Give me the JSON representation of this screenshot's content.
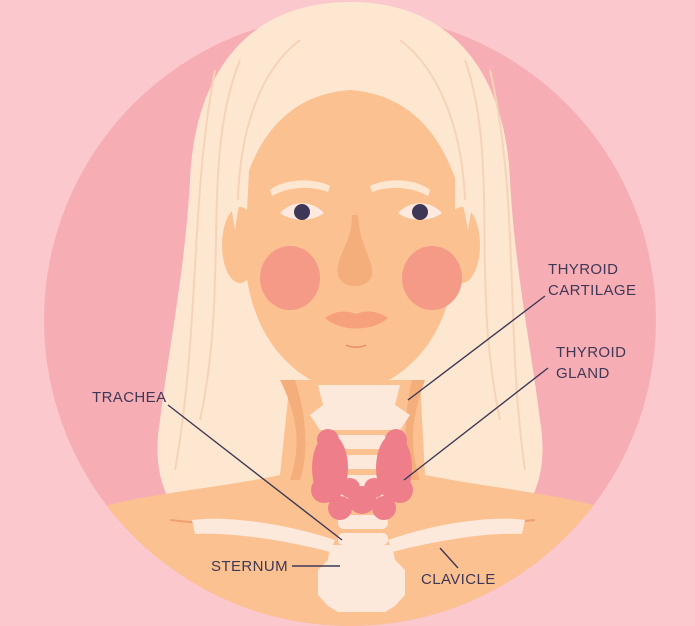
{
  "labels": {
    "thyroid_cartilage": [
      "THYROID",
      "CARTILAGE"
    ],
    "thyroid_gland": [
      "THYROID",
      "GLAND"
    ],
    "trachea": "TRACHEA",
    "sternum": "STERNUM",
    "clavicle": "CLAVICLE"
  },
  "colors": {
    "background": "#fbc9cd",
    "circle": "#f7adb4",
    "skin": "#fbc191",
    "skin_shadow": "#f4ae7c",
    "hair": "#fde7d1",
    "hair_line": "#f6d3b7",
    "bone": "#fde9dc",
    "thyroid": "#ee7e8a",
    "blush": "#f59a86",
    "label_text": "#3e3856"
  }
}
